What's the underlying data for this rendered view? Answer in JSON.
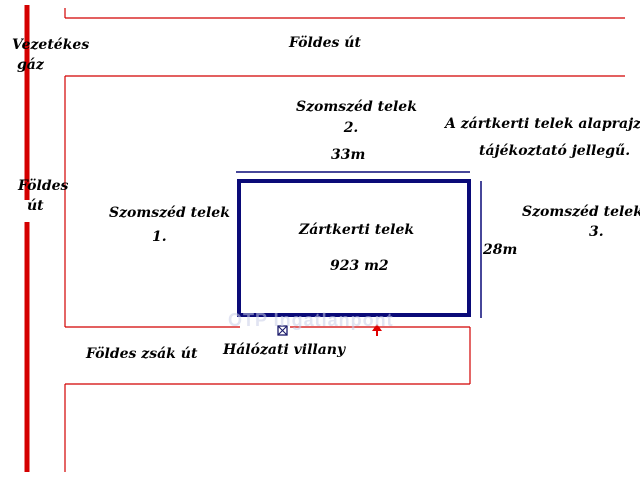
{
  "labels": {
    "gas_line_1": "Vezetékes",
    "gas_line_2": "gáz",
    "dirt_road_top": "Földes út",
    "dirt_road_left_1": "Földes",
    "dirt_road_left_2": "út",
    "neighbor_2_line_1": "Szomszéd telek",
    "neighbor_2_line_2": "2.",
    "width_dimension": "33m",
    "note_line_1": "A zártkerti telek alaprajza",
    "note_line_2": "tájékoztató jellegű.",
    "neighbor_1_line_1": "Szomszéd telek",
    "neighbor_1_line_2": "1.",
    "plot_name": "Zártkerti telek",
    "plot_area": "923 m2",
    "neighbor_3_line_1": "Szomszéd telek",
    "neighbor_3_line_2": "3.",
    "depth_dimension": "28m",
    "cul_de_sac": "Földes zsák út",
    "electricity": "Hálózati villany"
  },
  "watermark": "OTP Ingatlanpont",
  "colors": {
    "gas_pipe": "#d40000",
    "plot_border": "#0a0a78",
    "road_line": "#d20000",
    "dimension_line": "#0a0a78",
    "entrance_arrow": "#e00000",
    "text": "#000000"
  },
  "icons": {
    "electricity_box": "box-with-x-icon",
    "entrance": "up-arrow-icon"
  }
}
